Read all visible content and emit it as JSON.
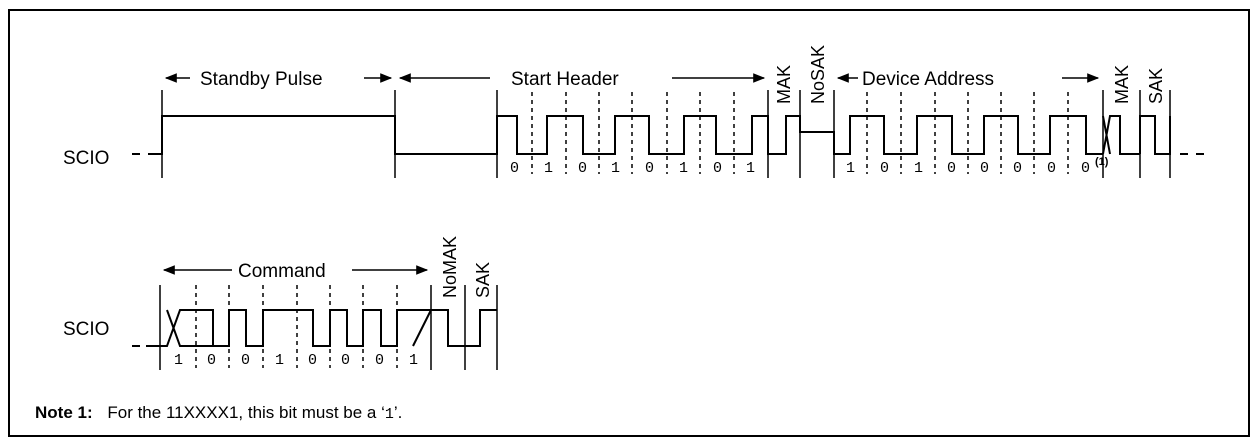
{
  "diagram": {
    "signal_label": "SCIO",
    "top": {
      "standby_label": "Standby Pulse",
      "start_header_label": "Start Header",
      "device_address_label": "Device Address",
      "mak_label_1": "MAK",
      "nosak_label": "NoSAK",
      "mak_label_2": "MAK",
      "sak_label": "SAK",
      "start_header_bits": [
        "0",
        "1",
        "0",
        "1",
        "0",
        "1",
        "0",
        "1"
      ],
      "device_address_bits": [
        "1",
        "0",
        "1",
        "0",
        "0",
        "0",
        "0",
        "0"
      ],
      "footnote_marker": "(1)"
    },
    "bottom": {
      "command_label": "Command",
      "nomak_label": "NoMAK",
      "sak_label": "SAK",
      "command_bits": [
        "1",
        "0",
        "0",
        "1",
        "0",
        "0",
        "0",
        "1"
      ]
    },
    "note": {
      "prefix": "Note 1:",
      "text_before": "For the 11XXXX1, this bit must be a ‘",
      "code": "1",
      "text_after": "’."
    }
  }
}
